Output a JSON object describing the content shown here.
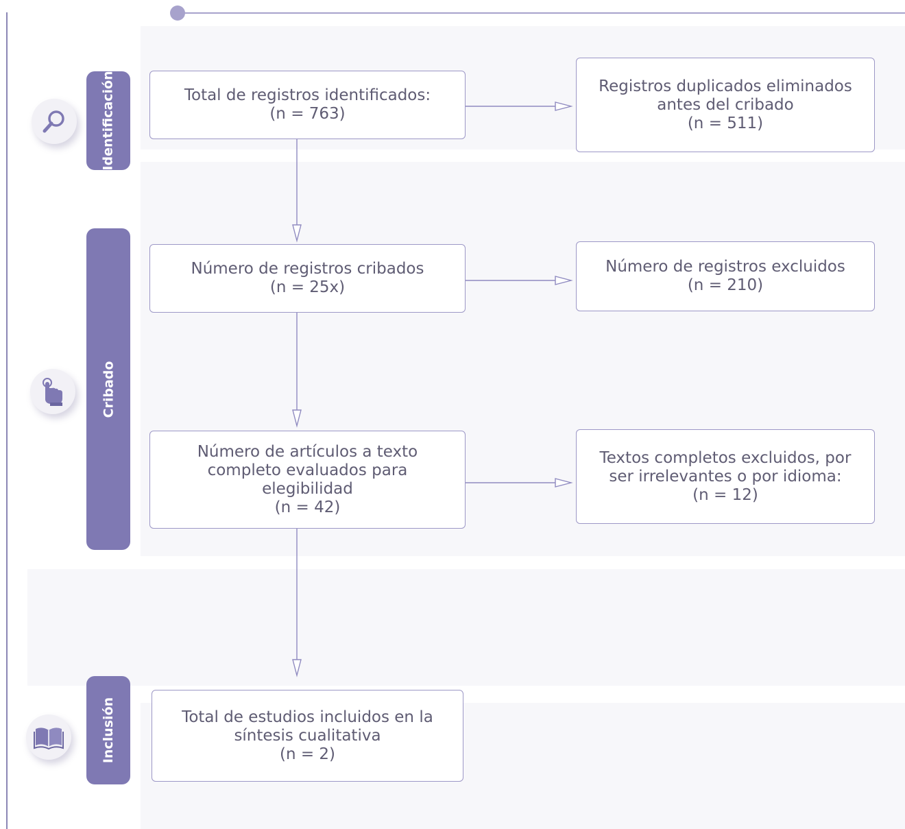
{
  "stages": {
    "identificacion": "Identificación",
    "cribado": "Cribado",
    "inclusion": "Inclusión"
  },
  "icons": {
    "identificacion": "magnifier-icon",
    "cribado": "pointing-hand-icon",
    "inclusion": "open-book-icon"
  },
  "boxes": {
    "total_identificados": {
      "lines": [
        "Total de registros identificados:"
      ],
      "count": "(n = 763)"
    },
    "duplicados": {
      "lines": [
        "Registros duplicados eliminados",
        "antes del cribado"
      ],
      "count": "(n = 511)"
    },
    "cribados": {
      "lines": [
        "Número de registros cribados"
      ],
      "count": "(n = 25x)"
    },
    "excluidos": {
      "lines": [
        "Número de registros excluidos"
      ],
      "count": "(n = 210)"
    },
    "texto_completo": {
      "lines": [
        "Número de artículos a texto",
        "completo evaluados para",
        "elegibilidad"
      ],
      "count": "(n = 42)"
    },
    "textos_excluidos": {
      "lines": [
        "Textos completos excluidos, por",
        "ser irrelevantes o por idioma:"
      ],
      "count": "(n = 12)"
    },
    "incluidos": {
      "lines": [
        "Total de estudios incluidos en la",
        "síntesis cualitativa"
      ],
      "count": "(n = 2)"
    }
  },
  "colors": {
    "accent": "#7f79b3",
    "border": "#9c97c6",
    "text": "#5f5c73"
  }
}
